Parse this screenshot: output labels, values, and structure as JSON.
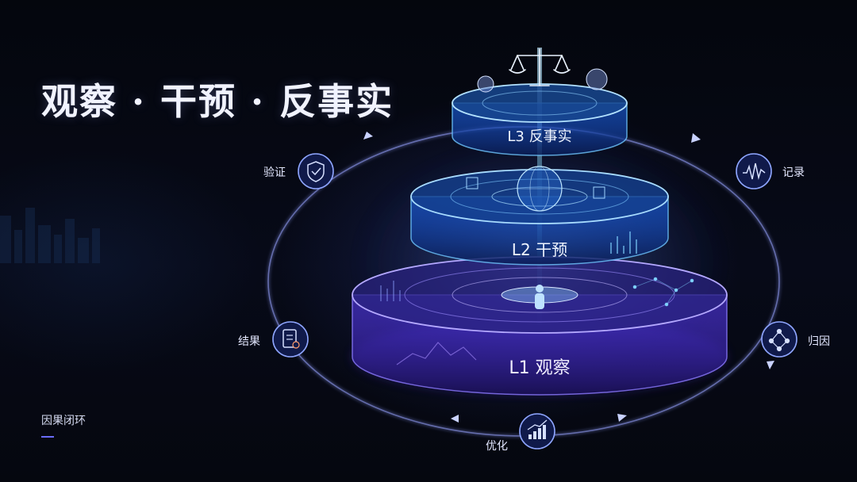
{
  "title": "观察 · 干预 · 反事实",
  "footer": "因果闭环",
  "tiers": [
    {
      "label": "L3 反事实"
    },
    {
      "label": "L2 干预"
    },
    {
      "label": "L1 观察"
    }
  ],
  "cycle": {
    "verify": "验证",
    "record": "记录",
    "result": "结果",
    "attribute": "归因",
    "optimize": "优化"
  },
  "colors": {
    "accent": "#6a6cff",
    "cyan": "#4fd6ff",
    "violet": "#8b6cff"
  }
}
